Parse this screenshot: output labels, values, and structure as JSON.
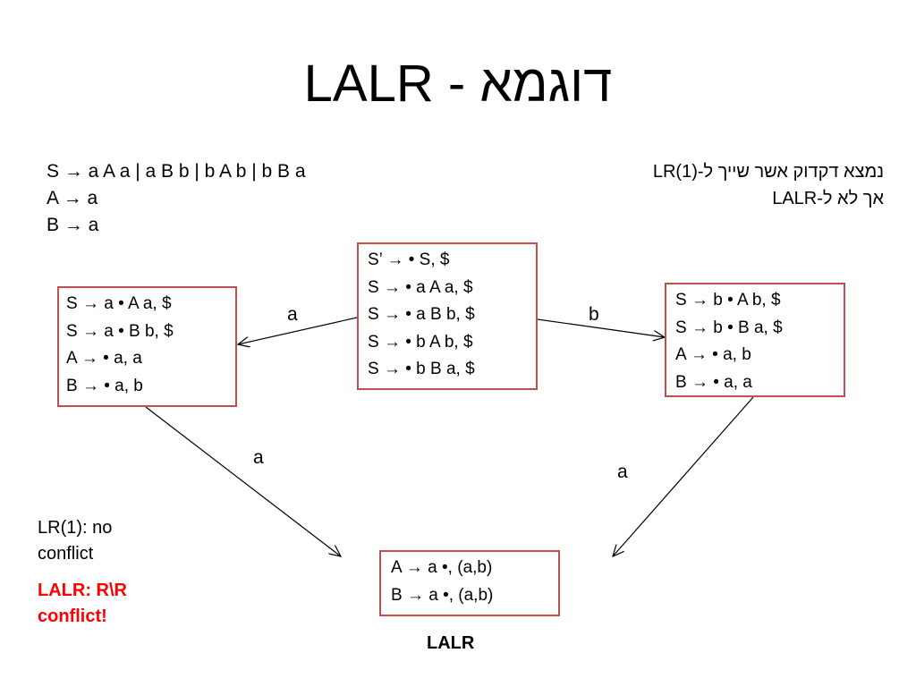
{
  "slide": {
    "title_latin": "LALR - ",
    "title_hebrew": "דוגמא"
  },
  "grammar": [
    "S → a A a | a B b | b A b | b B a",
    "A → a",
    "B → a"
  ],
  "note": [
    "נמצא דקדוק אשר שייך ל-LR(1)",
    "אך לא ל-LALR"
  ],
  "states": {
    "start": [
      "S’ → • S, $",
      "S → • a A a, $",
      "S → • a B b, $",
      "S → • b A b, $",
      "S → • b B a, $"
    ],
    "left": [
      "S → a • A a, $",
      "S → a • B b, $",
      "A → • a, a",
      "B → • a, b"
    ],
    "right": [
      "S → b • A b, $",
      "S → b • B a, $",
      "A → • a, b",
      "B → • a, a"
    ],
    "merged": [
      "A → a •, (a,b)",
      "B → a •, (a,b)"
    ]
  },
  "edges": {
    "start_to_left": "a",
    "start_to_right": "b",
    "left_to_merged": "a",
    "right_to_merged": "a"
  },
  "annotations": {
    "lr1": "LR(1): no conflict",
    "lalr_conflict": "LALR: R\\R conflict!",
    "caption": "LALR"
  },
  "colors": {
    "state_border": "#c0504d",
    "conflict_text": "#ff0000"
  }
}
